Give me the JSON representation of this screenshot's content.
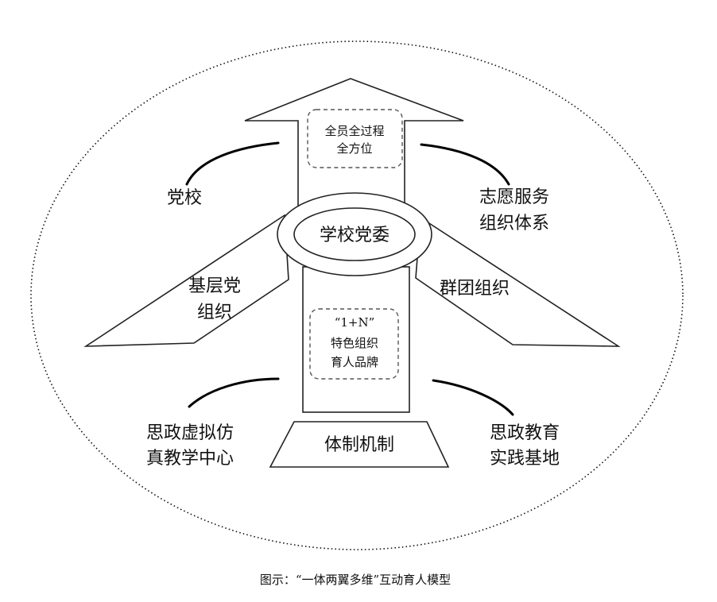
{
  "nodes": {
    "committee": "学校党委",
    "arrow_box": [
      "全员全过程",
      "全方位"
    ],
    "stem_box": [
      "“1+N”",
      "特色组织",
      "育人品牌"
    ],
    "base": "体制机制",
    "left_wing": [
      "基层党",
      "组织"
    ],
    "right_wing": "群团组织",
    "party_school": "党校",
    "volunteer": [
      "志愿服务",
      "组织体系"
    ],
    "virtual_center": [
      "思政虚拟仿",
      "真教学中心"
    ],
    "practice_base": [
      "思政教育",
      "实践基地"
    ]
  },
  "caption": "图示：“一体两翼多维”互动育人模型"
}
